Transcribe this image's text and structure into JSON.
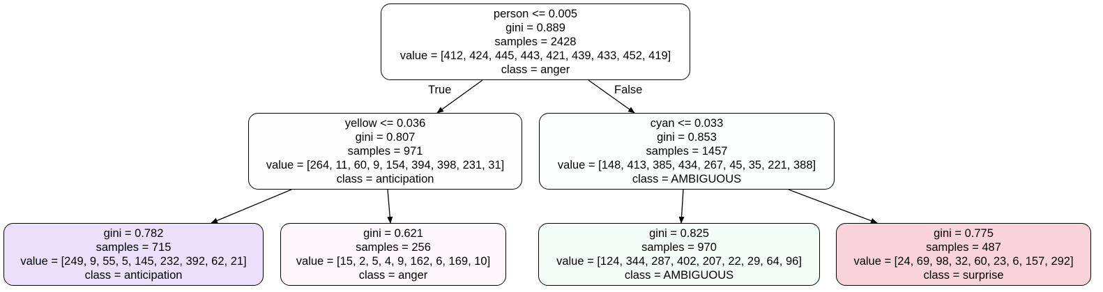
{
  "nodes": {
    "root": {
      "split": "person <= 0.005",
      "gini": "gini = 0.889",
      "samples": "samples = 2428",
      "value": "value = [412, 424, 445, 443, 421, 439, 433, 452, 419]",
      "class": "class = anger",
      "fill": "#ffffff"
    },
    "left": {
      "split": "yellow <= 0.036",
      "gini": "gini = 0.807",
      "samples": "samples = 971",
      "value": "value = [264, 11, 60, 9, 154, 394, 398, 231, 31]",
      "class": "class = anticipation",
      "fill": "#fefefe"
    },
    "right": {
      "split": "cyan <= 0.033",
      "gini": "gini = 0.853",
      "samples": "samples = 1457",
      "value": "value = [148, 413, 385, 434, 267, 45, 35, 221, 388]",
      "class": "class = AMBIGUOUS",
      "fill": "#fbfefc"
    },
    "leaf_ll": {
      "gini": "gini = 0.782",
      "samples": "samples = 715",
      "value": "value = [249, 9, 55, 5, 145, 232, 392, 62, 21]",
      "class": "class = anticipation",
      "fill": "#ebdffa"
    },
    "leaf_lr": {
      "gini": "gini = 0.621",
      "samples": "samples = 256",
      "value": "value = [15, 2, 5, 4, 9, 162, 6, 169, 10]",
      "class": "class = anger",
      "fill": "#fdf6fa"
    },
    "leaf_rl": {
      "gini": "gini = 0.825",
      "samples": "samples = 970",
      "value": "value = [124, 344, 287, 402, 207, 22, 29, 64, 96]",
      "class": "class = AMBIGUOUS",
      "fill": "#f4fcf7"
    },
    "leaf_rr": {
      "gini": "gini = 0.775",
      "samples": "samples = 487",
      "value": "value = [24, 69, 98, 32, 60, 23, 6, 157, 292]",
      "class": "class = surprise",
      "fill": "#f8d3dc"
    }
  },
  "edge_labels": {
    "true": "True",
    "false": "False"
  },
  "colors": {
    "edge": "#000000",
    "border": "#000000"
  }
}
